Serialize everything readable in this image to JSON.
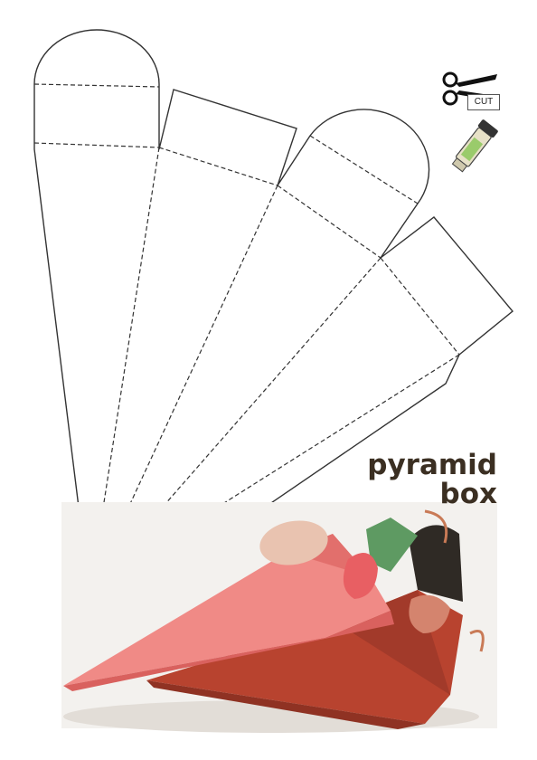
{
  "title": {
    "line1": "pyramid",
    "line2": "box"
  },
  "tools": {
    "cut_label": "CUT",
    "cut_icon": "scissors-icon",
    "glue_icon": "glue-stick-icon"
  },
  "colors": {
    "outline": "#333333",
    "title": "#3b2f22",
    "box_pink": "#f08a86",
    "box_red": "#b8432f",
    "box_green": "#5e9a62",
    "box_dark": "#2f2a25"
  }
}
